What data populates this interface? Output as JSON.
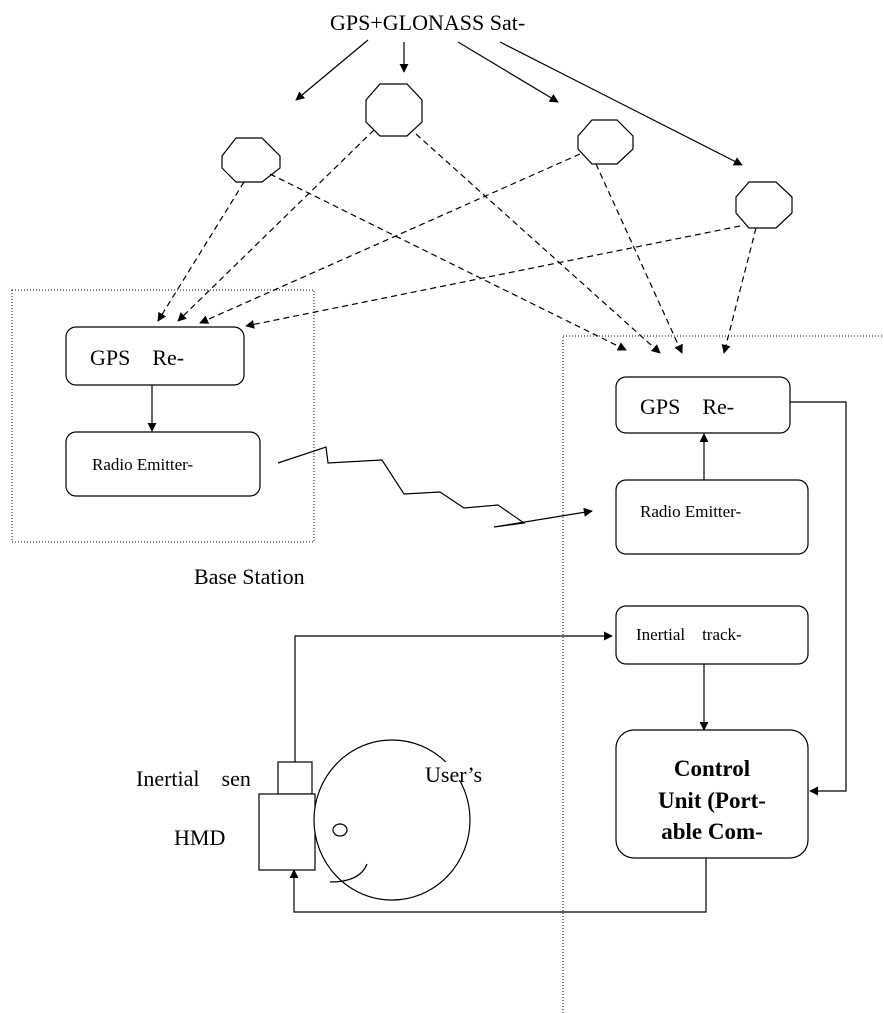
{
  "labels": {
    "satellites_title": "GPS+GLONASS  Sat-",
    "base_gps_receiver": "GPS    Re-",
    "base_radio_emitter": "Radio Emitter-",
    "base_station": "Base Station",
    "mobile_gps_receiver": "GPS    Re-",
    "mobile_radio_emitter": "Radio Emitter-",
    "inertial_tracker": "Inertial    track-",
    "control_unit_line1": "Control",
    "control_unit_line2": "Unit (Port-",
    "control_unit_line3": "able Com-",
    "inertial_sensor": "Inertial    sen",
    "users_head": "User’s",
    "hmd": "HMD"
  }
}
